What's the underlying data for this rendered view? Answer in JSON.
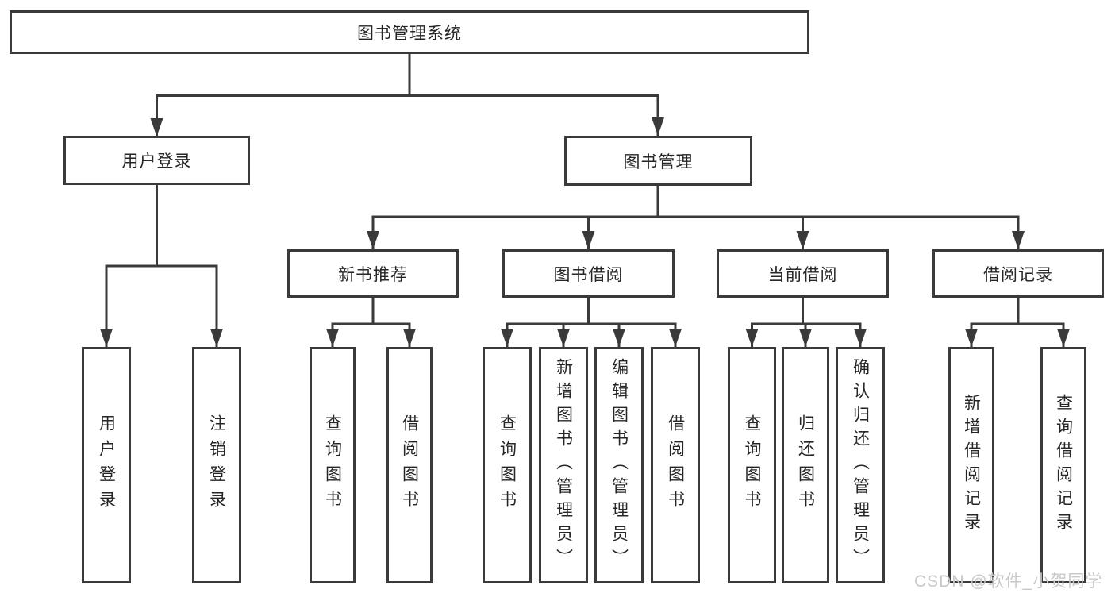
{
  "diagram": {
    "root": {
      "label": "图书管理系统"
    },
    "user_login": {
      "label": "用户登录",
      "children": {
        "login": {
          "label": "用户登录"
        },
        "logout": {
          "label": "注销登录"
        }
      }
    },
    "book_mgmt": {
      "label": "图书管理",
      "children": {
        "new_book_rec": {
          "label": "新书推荐",
          "children": {
            "query_books": {
              "label": "查询图书"
            },
            "borrow_books": {
              "label": "借阅图书"
            }
          }
        },
        "book_borrowing": {
          "label": "图书借阅",
          "children": {
            "query_books": {
              "label": "查询图书"
            },
            "add_books_admin": {
              "label": "新增图书（管理员）"
            },
            "edit_books_admin": {
              "label": "编辑图书（管理员）"
            },
            "borrow_books": {
              "label": "借阅图书"
            }
          }
        },
        "current_borrowing": {
          "label": "当前借阅",
          "children": {
            "query_books": {
              "label": "查询图书"
            },
            "return_books": {
              "label": "归还图书"
            },
            "confirm_return_admin": {
              "label": "确认归还（管理员）"
            }
          }
        },
        "borrowing_records": {
          "label": "借阅记录",
          "children": {
            "add_borrow_record": {
              "label": "新增借阅记录"
            },
            "query_borrow_record": {
              "label": "查询借阅记录"
            }
          }
        }
      }
    }
  },
  "watermark": {
    "text": "CSDN @软件_小贺同学"
  },
  "colors": {
    "line": "#3a3a3a",
    "box_border": "#3a3a3a",
    "text": "#262626",
    "watermark": "#c9c9c9",
    "background": "#ffffff"
  }
}
